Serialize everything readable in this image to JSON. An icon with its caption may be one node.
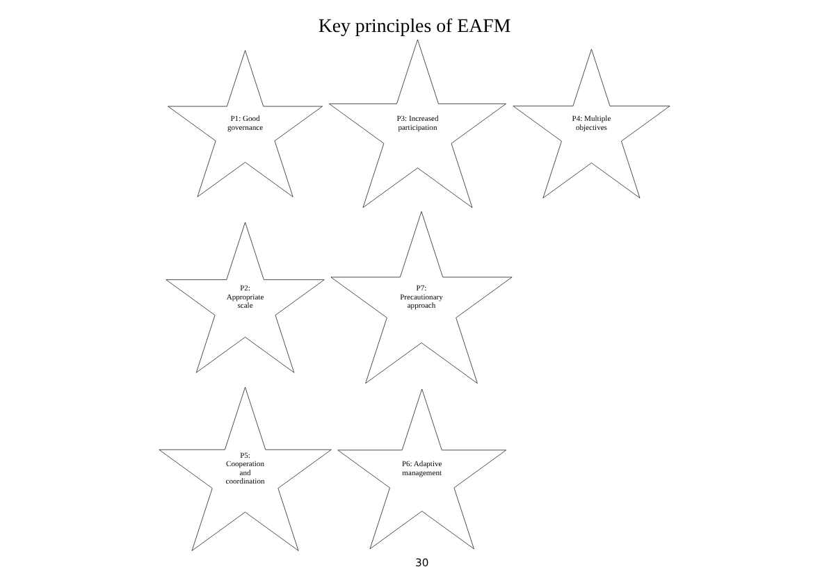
{
  "diagram": {
    "title": "Key principles of EAFM",
    "nodes": [
      {
        "text": [
          "P1: Good governance"
        ]
      },
      {
        "text": [
          "P3: Increased participation"
        ]
      },
      {
        "text": [
          "P4: Multiple objectives"
        ]
      },
      {
        "text": [
          "P2: Appropriate scale"
        ]
      },
      {
        "text": [
          "P7: Precautionary approach"
        ]
      },
      {
        "text": [
          "P5: Cooperation and coordination"
        ]
      },
      {
        "text": [
          "P6: Adaptive management"
        ]
      }
    ],
    "labels": [
      "30"
    ]
  }
}
